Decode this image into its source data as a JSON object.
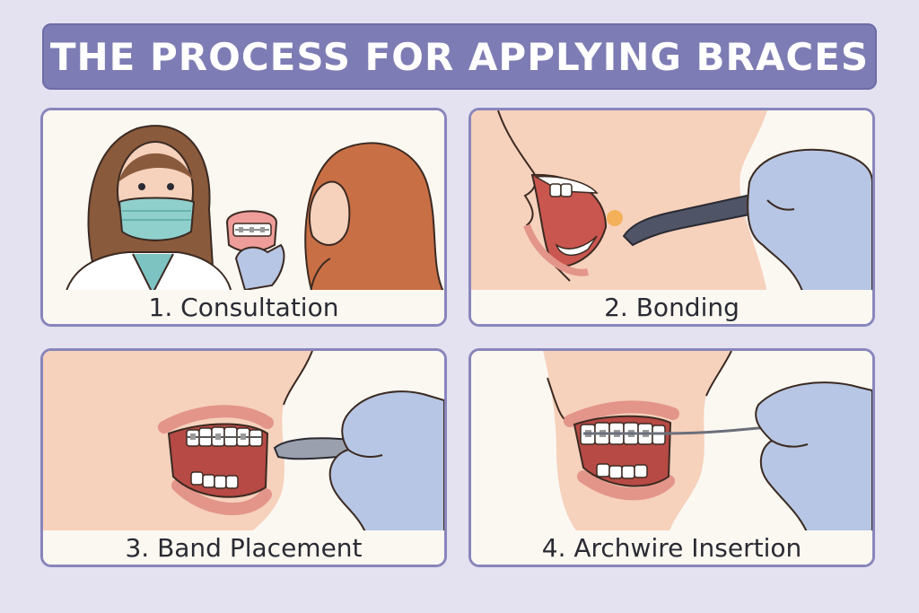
{
  "title": "THE PROCESS FOR APPLYING BRACES",
  "steps": [
    {
      "label": "1. Consultation"
    },
    {
      "label": "2. Bonding"
    },
    {
      "label": "3. Band Placement"
    },
    {
      "label": "4. Archwire Insertion"
    }
  ],
  "colors": {
    "background": "#e4e1f1",
    "banner": "#7e7cb4",
    "panel_border": "#8886bb",
    "skin": "#f6d1bc",
    "glove": "#b7c6e4",
    "lips": "#e3958a"
  }
}
